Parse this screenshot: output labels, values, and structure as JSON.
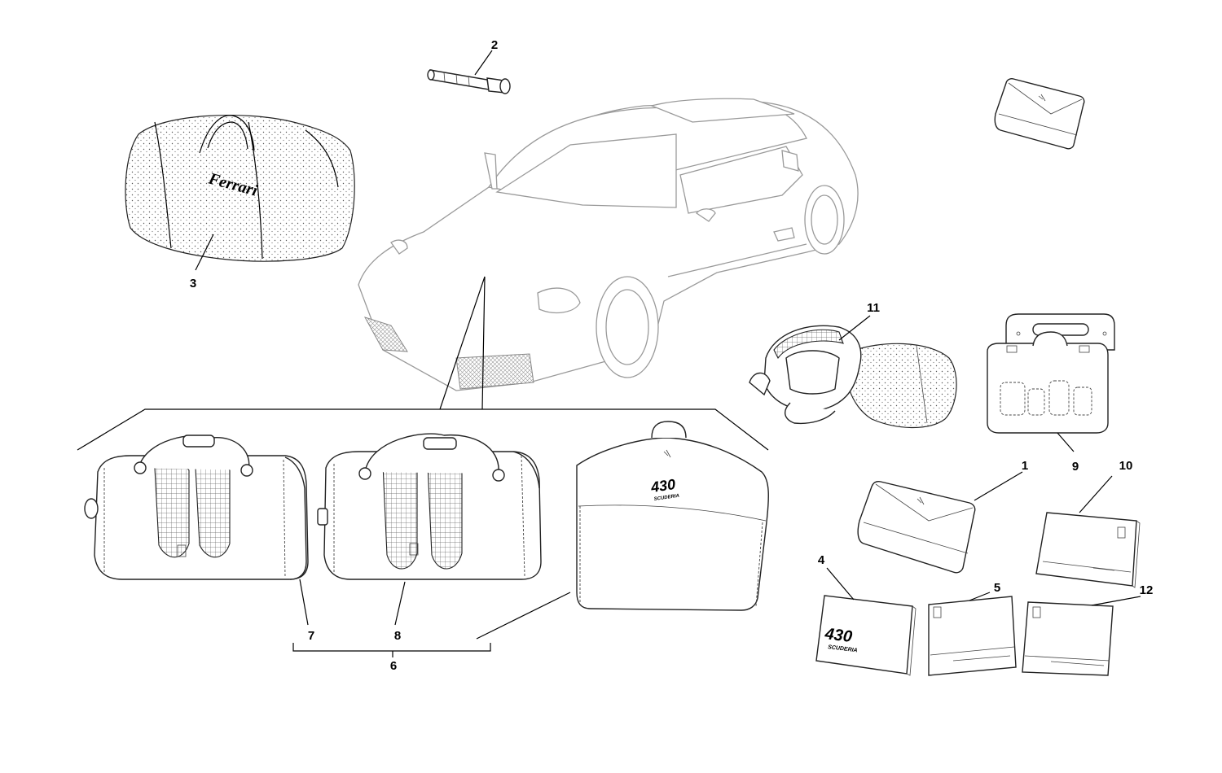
{
  "callouts": {
    "c1": "1",
    "c2": "2",
    "c3": "3",
    "c4": "4",
    "c5": "5",
    "c6": "6",
    "c7": "7",
    "c8": "8",
    "c9": "9",
    "c10": "10",
    "c11": "11",
    "c12": "12"
  },
  "logos": {
    "brand": "Ferrari",
    "model_number": "430",
    "model_name": "SCUDERIA"
  },
  "colors": {
    "line": "#000000",
    "car_outline": "#9a9a9a",
    "background": "#ffffff"
  }
}
